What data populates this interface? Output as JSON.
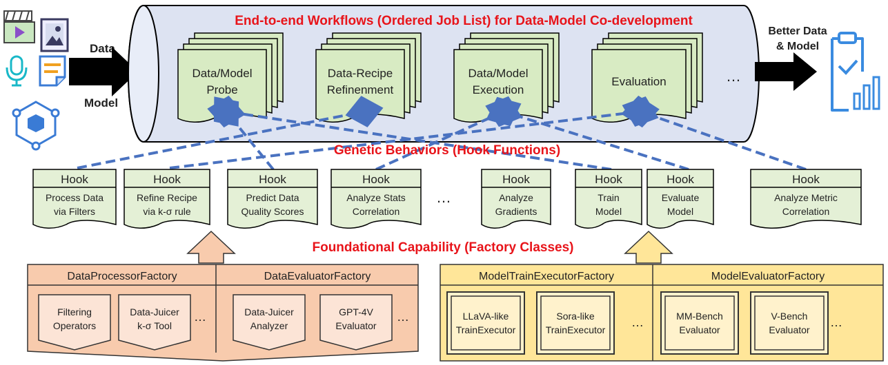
{
  "input": {
    "label_data": "Data",
    "label_model": "Model",
    "icons": [
      "video-icon",
      "image-icon",
      "microphone-icon",
      "document-icon",
      "model-cube-icon"
    ]
  },
  "output": {
    "label_line1": "Better Data",
    "label_line2": "& Model",
    "icon": "evaluation-clipboard-icon"
  },
  "workflow": {
    "title": "End-to-end Workflows (Ordered Job List) for Data-Model Co-development",
    "ellipsis": "…",
    "jobs": [
      {
        "line1": "Data/Model",
        "line2": "Probe"
      },
      {
        "line1": "Data-Recipe",
        "line2": "Refinenment"
      },
      {
        "line1": "Data/Model",
        "line2": "Execution"
      },
      {
        "line1": "Evaluation",
        "line2": ""
      }
    ]
  },
  "hooks": {
    "title": "Genetic Behaviors (Hook Functions)",
    "header": "Hook",
    "ellipsis": "…",
    "items": [
      {
        "line1": "Process Data",
        "line2": "via Filters"
      },
      {
        "line1": "Refine Recipe",
        "line2": "via k-σ rule"
      },
      {
        "line1": "Predict Data",
        "line2": "Quality Scores"
      },
      {
        "line1": "Analyze Stats",
        "line2": "Correlation"
      },
      {
        "line1": "Analyze",
        "line2": "Gradients"
      },
      {
        "line1": "Train",
        "line2": "Model"
      },
      {
        "line1": "Evaluate",
        "line2": "Model"
      },
      {
        "line1": "Analyze Metric",
        "line2": "Correlation"
      }
    ]
  },
  "factories": {
    "title": "Foundational Capability (Factory Classes)",
    "ellipsis": "…",
    "groups": [
      {
        "name": "DataProcessorFactory",
        "items": [
          {
            "line1": "Filtering",
            "line2": "Operators"
          },
          {
            "line1": "Data-Juicer",
            "line2": "k-σ Tool"
          }
        ]
      },
      {
        "name": "DataEvaluatorFactory",
        "items": [
          {
            "line1": "Data-Juicer",
            "line2": "Analyzer"
          },
          {
            "line1": "GPT-4V",
            "line2": "Evaluator"
          }
        ]
      },
      {
        "name": "ModelTrainExecutorFactory",
        "items": [
          {
            "line1": "LLaVA-like",
            "line2": "TrainExecutor"
          },
          {
            "line1": "Sora-like",
            "line2": "TrainExecutor"
          }
        ]
      },
      {
        "name": "ModelEvaluatorFactory",
        "items": [
          {
            "line1": "MM-Bench",
            "line2": "Evaluator"
          },
          {
            "line1": "V-Bench",
            "line2": "Evaluator"
          }
        ]
      }
    ]
  },
  "colors": {
    "red_title": "#e8141a",
    "cylinder_fill": "#dde3f2",
    "job_fill": "#d8ebc3",
    "hook_fill": "#e4f0d6",
    "dashed_link": "#4a72c0",
    "data_factory_fill": "#f8cbad",
    "model_factory_fill": "#ffe699",
    "input_arrow": "#000000"
  }
}
